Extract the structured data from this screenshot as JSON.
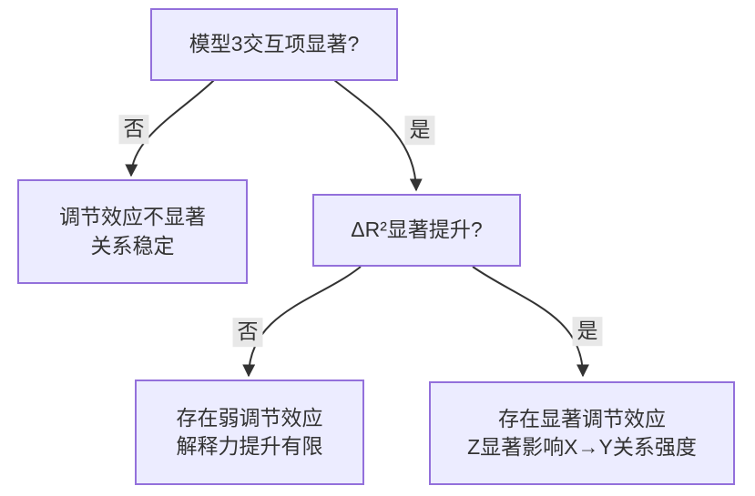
{
  "diagram": {
    "type": "flowchart",
    "colors": {
      "node_fill": "#ECECFF",
      "node_border": "#9370DB",
      "edge_color": "#333333",
      "label_bg": "#e8e8e8",
      "text_color": "#333333",
      "background": "#ffffff"
    },
    "nodes": {
      "root": {
        "lines": [
          "模型3交互项显著?"
        ]
      },
      "no_moderation": {
        "lines": [
          "调节效应不显著",
          "关系稳定"
        ]
      },
      "delta_r2": {
        "lines": [
          "ΔR²显著提升?"
        ]
      },
      "weak_moderation": {
        "lines": [
          "存在弱调节效应",
          "解释力提升有限"
        ]
      },
      "significant_moderation": {
        "lines": [
          "存在显著调节效应",
          "Z显著影响X→Y关系强度"
        ]
      }
    },
    "edge_labels": {
      "no1": "否",
      "yes1": "是",
      "no2": "否",
      "yes2": "是"
    },
    "edges": [
      {
        "from": "root",
        "to": "no_moderation",
        "label": "否"
      },
      {
        "from": "root",
        "to": "delta_r2",
        "label": "是"
      },
      {
        "from": "delta_r2",
        "to": "weak_moderation",
        "label": "否"
      },
      {
        "from": "delta_r2",
        "to": "significant_moderation",
        "label": "是"
      }
    ]
  }
}
